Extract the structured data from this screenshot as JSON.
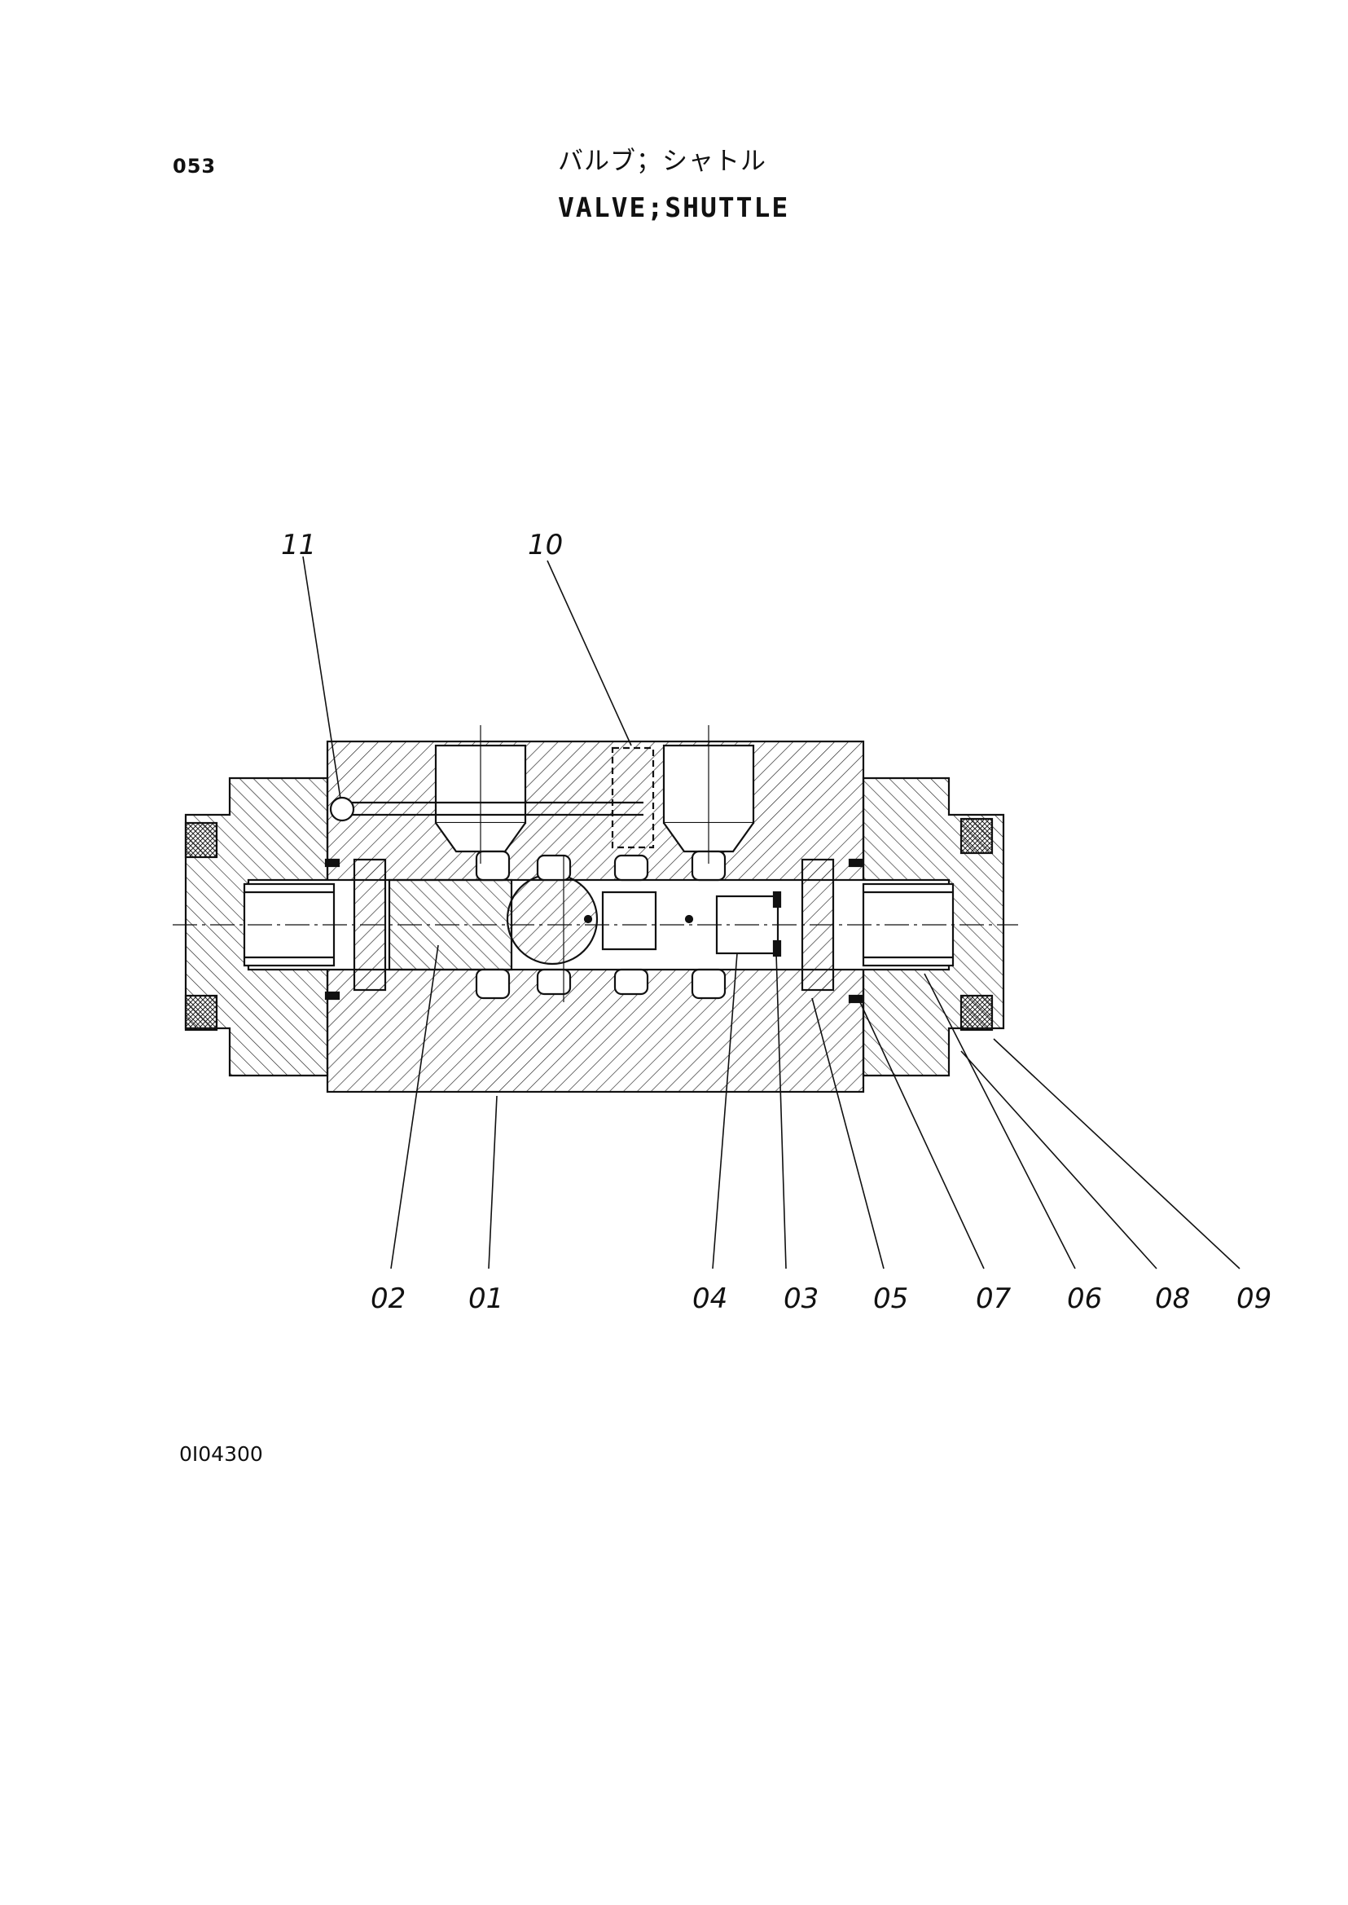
{
  "header": {
    "page_number": "053",
    "title_jp": "バルブ；シャトル",
    "title_en": "VALVE;SHUTTLE"
  },
  "drawing": {
    "callouts": [
      "11",
      "10",
      "02",
      "01",
      "04",
      "03",
      "05",
      "07",
      "06",
      "08",
      "09"
    ]
  },
  "footer": {
    "drawing_code": "0I04300"
  }
}
